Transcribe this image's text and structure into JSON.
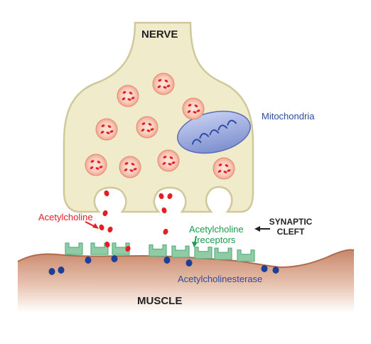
{
  "labels": {
    "nerve": "NERVE",
    "muscle": "MUSCLE",
    "mitochondria": "Mitochondria",
    "acetylcholine": "Acetylcholine",
    "synaptic_line1": "SYNAPTIC",
    "synaptic_line2": "CLEFT",
    "receptors_line1": "Acetylcholine",
    "receptors_line2": "receptors",
    "esterase": "Acetylcholinesterase"
  },
  "colors": {
    "nerve_fill": "#f0eccb",
    "nerve_stroke": "#cfc89a",
    "muscle": "#c8876a",
    "vesicle": "#f2a08e",
    "molecule": "#e31e24",
    "receptor": "#8fcca6",
    "esterase": "#1f3e96",
    "mitochondria": "#8ea0d8",
    "blue_text": "#2e4a9e",
    "red_text": "#e31e24",
    "green_text": "#1a9a4a"
  }
}
